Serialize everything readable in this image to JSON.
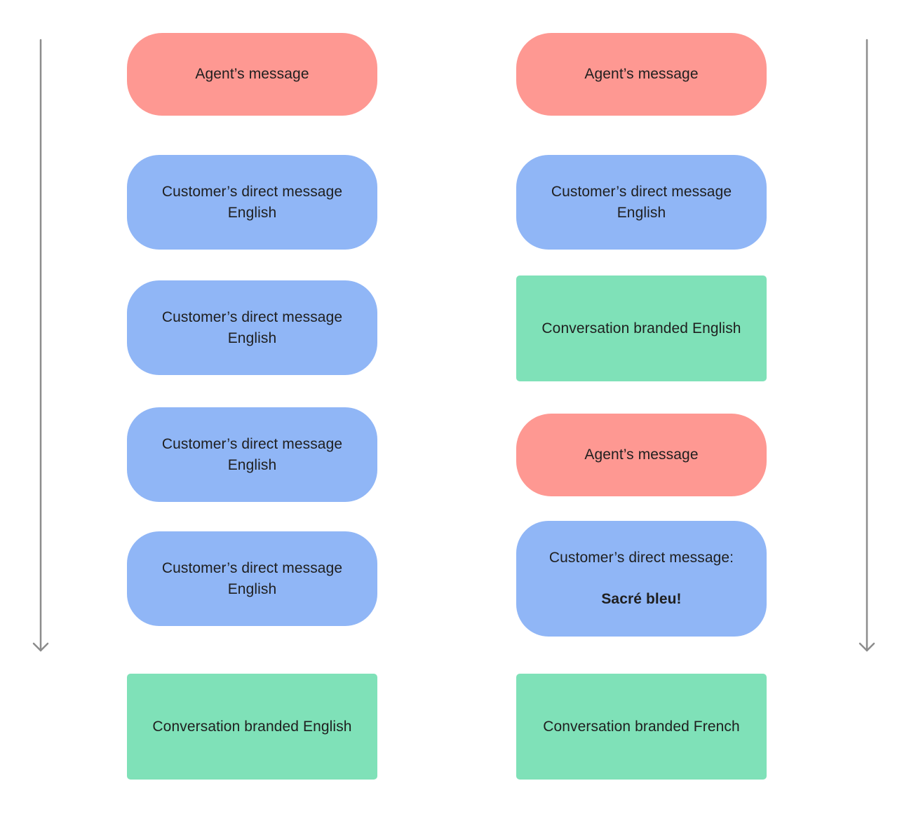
{
  "colors": {
    "agent": "#fe9892",
    "customer": "#90b6f6",
    "branded": "#7fe1b8",
    "arrow": "#8c8c8c"
  },
  "left_column": {
    "agent_message": "Agent’s message",
    "customer_messages": [
      {
        "line1": "Customer’s direct message",
        "line2": "English"
      },
      {
        "line1": "Customer’s direct message",
        "line2": "English"
      },
      {
        "line1": "Customer’s direct message",
        "line2": "English"
      },
      {
        "line1": "Customer’s direct message",
        "line2": "English"
      }
    ],
    "branded": "Conversation branded English"
  },
  "right_column": {
    "agent_message_1": "Agent’s message",
    "customer_message_1": {
      "line1": "Customer’s direct message",
      "line2": "English"
    },
    "branded_1": "Conversation branded English",
    "agent_message_2": "Agent’s message",
    "customer_message_2": {
      "line1": "Customer’s direct message:",
      "line2": "Sacré bleu!"
    },
    "branded_2": "Conversation branded French"
  }
}
